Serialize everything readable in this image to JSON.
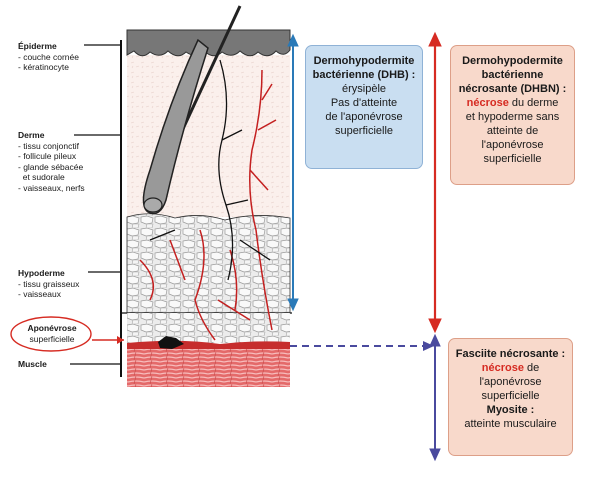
{
  "left_labels": {
    "epiderme": {
      "title": "Épiderme",
      "items": [
        "- couche cornée",
        "- kératinocyte"
      ]
    },
    "derme": {
      "title": "Derme",
      "items": [
        "- tissu conjonctif",
        "- follicule pileux",
        "- glande sébacée",
        "  et sudorale",
        "- vaisseaux, nerfs"
      ]
    },
    "hypoderme": {
      "title": "Hypoderme",
      "items": [
        "- tissu graisseux",
        "- vaisseaux"
      ]
    },
    "aponevrose": {
      "title": "Aponévrose",
      "sub": "superficielle"
    },
    "muscle": {
      "title": "Muscle"
    }
  },
  "boxes": {
    "dhb": {
      "title1": "Dermohypodermite",
      "title2": "bactérienne (DHB) :",
      "l1": "érysipèle",
      "l2": "Pas d'atteinte",
      "l3": "de l'aponévrose",
      "l4": "superficielle"
    },
    "dhbn": {
      "title1": "Dermohypodermite",
      "title2": "bactérienne",
      "title3": "nécrosante (DHBN) :",
      "red1": "nécrose",
      "l1": " du derme",
      "l2": "et hypoderme sans",
      "l3": "atteinte de l'aponévrose",
      "l4": "superficielle"
    },
    "fasciite": {
      "title": "Fasciite nécrosante :",
      "red1": "nécrose",
      "l1": " de",
      "l2": "l'aponévrose",
      "l3": "superficielle",
      "title2": "Myosite :",
      "l4": "atteinte musculaire"
    }
  },
  "colors": {
    "blue_arrow": "#2a7ab8",
    "red_arrow": "#d62b22",
    "purple_arrow": "#4a4a9e",
    "blue_box": "#c9def1",
    "pink_box": "#f8d9cb"
  }
}
